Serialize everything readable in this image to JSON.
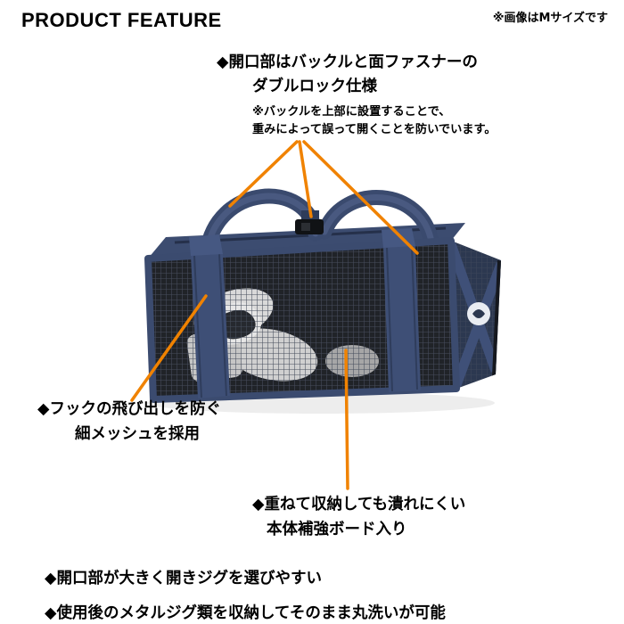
{
  "header": {
    "title": "PRODUCT FEATURE",
    "size_note": "※画像はMサイズです"
  },
  "callouts": {
    "double_lock": {
      "line1": "◆開口部はバックルと面ファスナーの",
      "line2": "ダブルロック仕様",
      "note1": "※バックルを上部に設置することで、",
      "note2": "重みによって誤って開くことを防いでいます。"
    },
    "fine_mesh": {
      "line1": "◆フックの飛び出しを防ぐ",
      "line2": "細メッシュを採用"
    },
    "reinforce_board": {
      "line1": "◆重ねて収納しても潰れにくい",
      "line2": "本体補強ボード入り"
    }
  },
  "bottom_features": [
    "◆開口部が大きく開きジグを選びやすい",
    "◆使用後のメタルジグ類を収納してそのまま丸洗いが可能"
  ],
  "colors": {
    "accent_orange": "#f08200",
    "bag_navy": "#3b4b6f",
    "mesh_dark": "#23262c",
    "text": "#000000"
  }
}
